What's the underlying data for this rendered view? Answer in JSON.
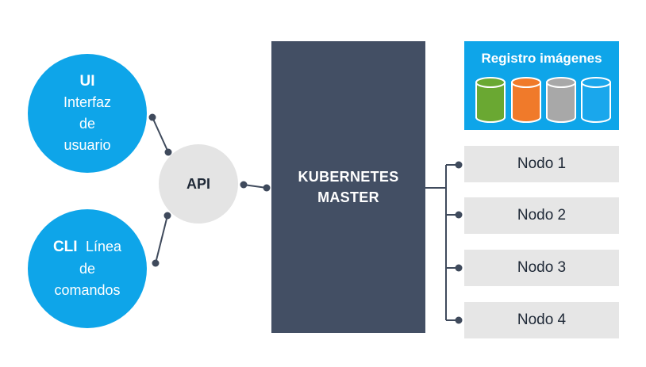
{
  "clients": [
    {
      "title": "UI",
      "lines": [
        "Interfaz",
        "de",
        "usuario"
      ]
    },
    {
      "title": "CLI",
      "title_rest": "Línea",
      "lines": [
        "de",
        "comandos"
      ]
    }
  ],
  "api": {
    "label": "API"
  },
  "master": {
    "line1": "KUBERNETES",
    "line2": "MASTER"
  },
  "registry": {
    "title": "Registro imágenes",
    "cylinders": [
      {
        "icon": "database-cylinder-icon",
        "color": "#6aa832"
      },
      {
        "icon": "database-cylinder-icon",
        "color": "#f07a2a"
      },
      {
        "icon": "database-cylinder-icon",
        "color": "#a8a8a8"
      },
      {
        "icon": "database-cylinder-icon",
        "color": "#1aa7ec"
      }
    ]
  },
  "nodes": [
    {
      "label": "Nodo 1"
    },
    {
      "label": "Nodo 2"
    },
    {
      "label": "Nodo 3"
    },
    {
      "label": "Nodo 4"
    }
  ],
  "colors": {
    "accent_blue": "#0ea5e9",
    "master_slate": "#434f64",
    "node_gray": "#e6e6e6",
    "api_gray": "#e4e4e4",
    "connector": "#3f4a5c"
  }
}
